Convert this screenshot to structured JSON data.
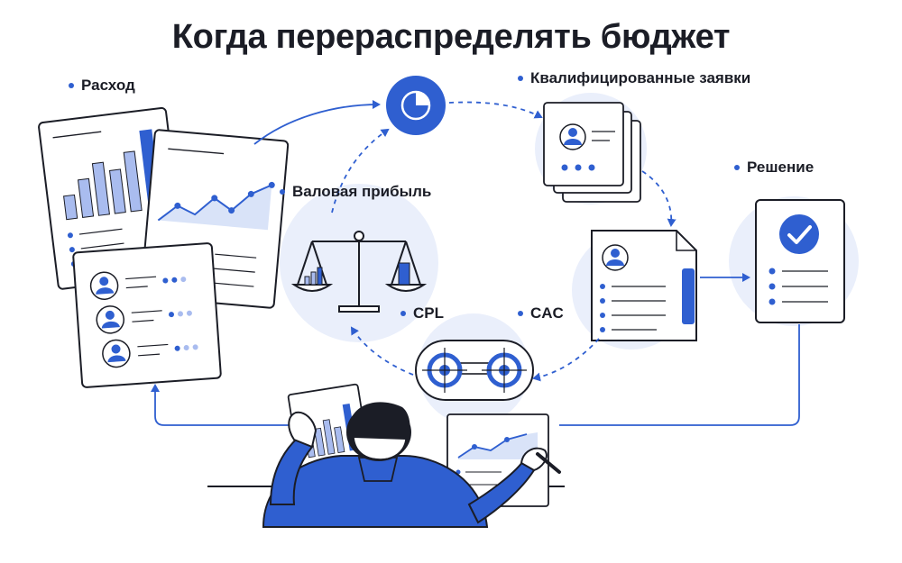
{
  "title": "Когда перераспределять бюджет",
  "labels": {
    "spend": "Расход",
    "qualified_leads": "Квалифицированные заявки",
    "gross_profit": "Валовая прибыль",
    "decision": "Решение",
    "cpl": "CPL",
    "cac": "CAC"
  },
  "colors": {
    "accent": "#2f5fd0",
    "accent_light": "#a9bcef",
    "halo": "#eaeffb",
    "ink": "#1b1d26"
  },
  "icons": [
    "pie-chart-icon",
    "scales-icon",
    "target-icon",
    "checkmark-icon",
    "user-avatar-icon"
  ]
}
